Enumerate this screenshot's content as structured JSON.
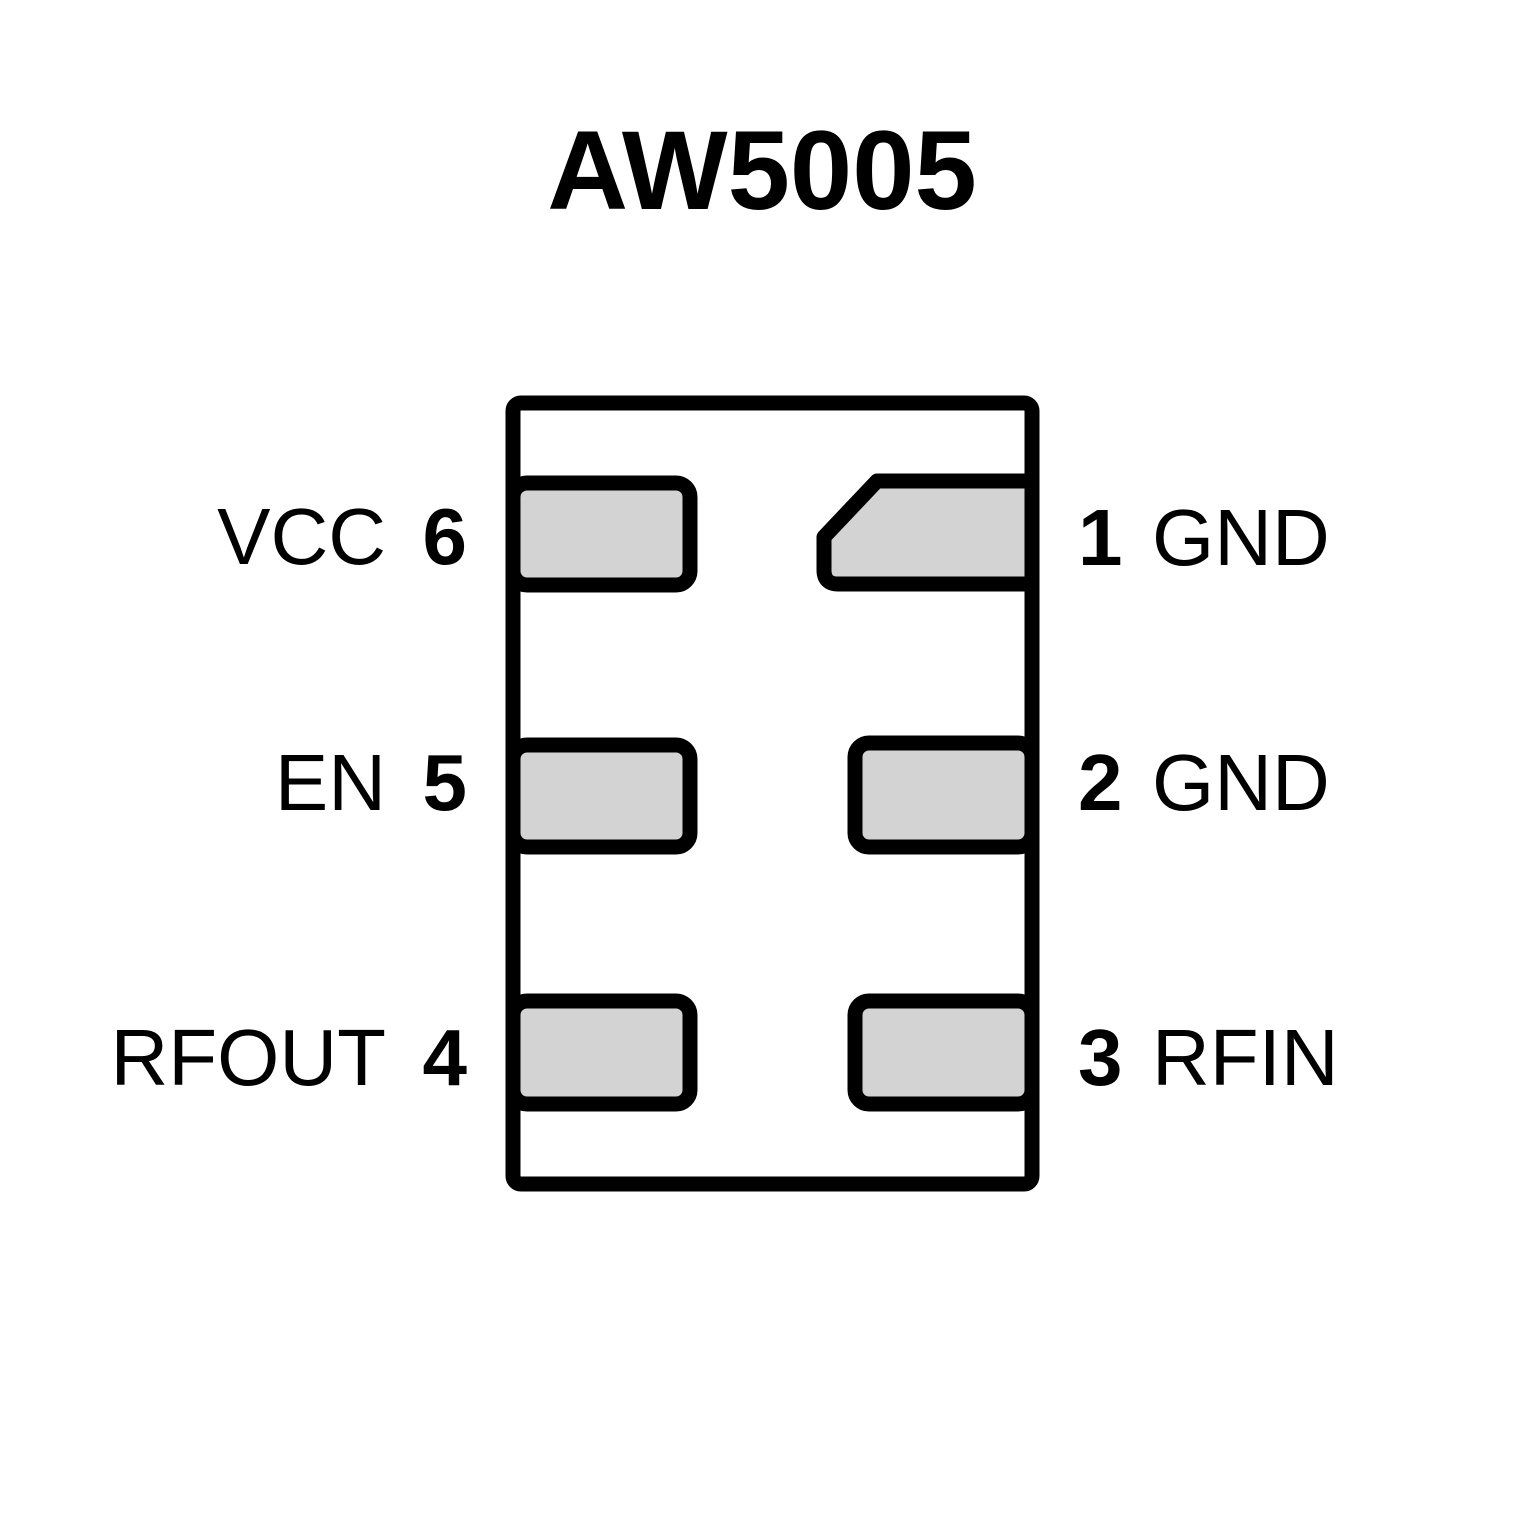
{
  "title": "AW5005",
  "colors": {
    "pad_fill": "#d3d3d3",
    "line": "#000000",
    "background": "#ffffff"
  },
  "chip": {
    "pins_left": [
      {
        "number": "6",
        "name": "VCC"
      },
      {
        "number": "5",
        "name": "EN"
      },
      {
        "number": "4",
        "name": "RFOUT"
      }
    ],
    "pins_right": [
      {
        "number": "1",
        "name": "GND"
      },
      {
        "number": "2",
        "name": "GND"
      },
      {
        "number": "3",
        "name": "RFIN"
      }
    ]
  }
}
